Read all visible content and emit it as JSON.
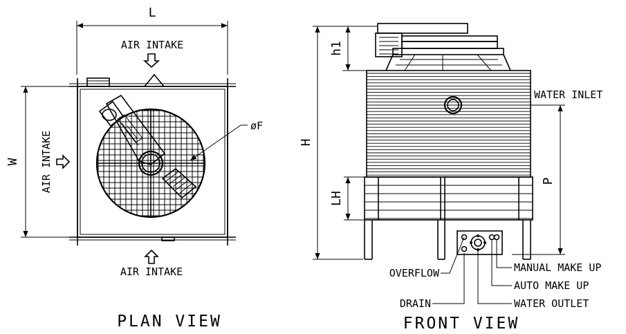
{
  "plan_view": {
    "title": "PLAN VIEW",
    "dim_length": "L",
    "dim_width": "W",
    "dim_fan": "øF",
    "air_intake_top": "AIR INTAKE",
    "air_intake_left": "AIR INTAKE",
    "air_intake_bottom": "AIR INTAKE"
  },
  "front_view": {
    "title": "FRONT VIEW",
    "dim_height": "H",
    "dim_h1": "h1",
    "dim_lh": "LH",
    "dim_p": "P",
    "water_inlet": "WATER INLET",
    "overflow": "OVERFLOW",
    "drain": "DRAIN",
    "manual_make_up": "MANUAL MAKE UP",
    "auto_make_up": "AUTO MAKE UP",
    "water_outlet": "WATER OUTLET"
  }
}
